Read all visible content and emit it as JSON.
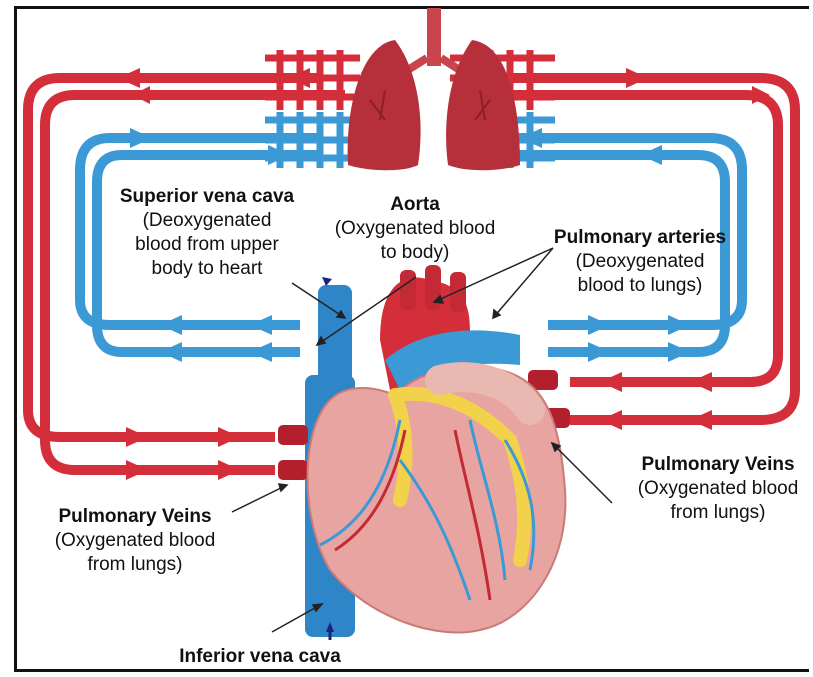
{
  "colors": {
    "oxygenated": "#d42e3a",
    "deoxygenated": "#3b9ad6",
    "heart": "#e8a4a0",
    "fat": "#f2d24a",
    "lung": "#b5303a"
  },
  "labels": {
    "superior_vena_cava": {
      "title": "Superior vena cava",
      "lines": [
        "(Deoxygenated",
        "blood from upper",
        "body to heart"
      ]
    },
    "aorta": {
      "title": "Aorta",
      "lines": [
        "(Oxygenated blood",
        "to body)"
      ]
    },
    "pulmonary_arteries": {
      "title": "Pulmonary arteries",
      "lines": [
        "(Deoxygenated",
        "blood to lungs)"
      ]
    },
    "pulmonary_veins_right": {
      "title": "Pulmonary Veins",
      "lines": [
        "(Oxygenated blood",
        "from lungs)"
      ]
    },
    "pulmonary_veins_left": {
      "title": "Pulmonary Veins",
      "lines": [
        "(Oxygenated blood",
        "from lungs)"
      ]
    },
    "inferior_vena_cava": {
      "title": "Inferior vena cava"
    }
  }
}
